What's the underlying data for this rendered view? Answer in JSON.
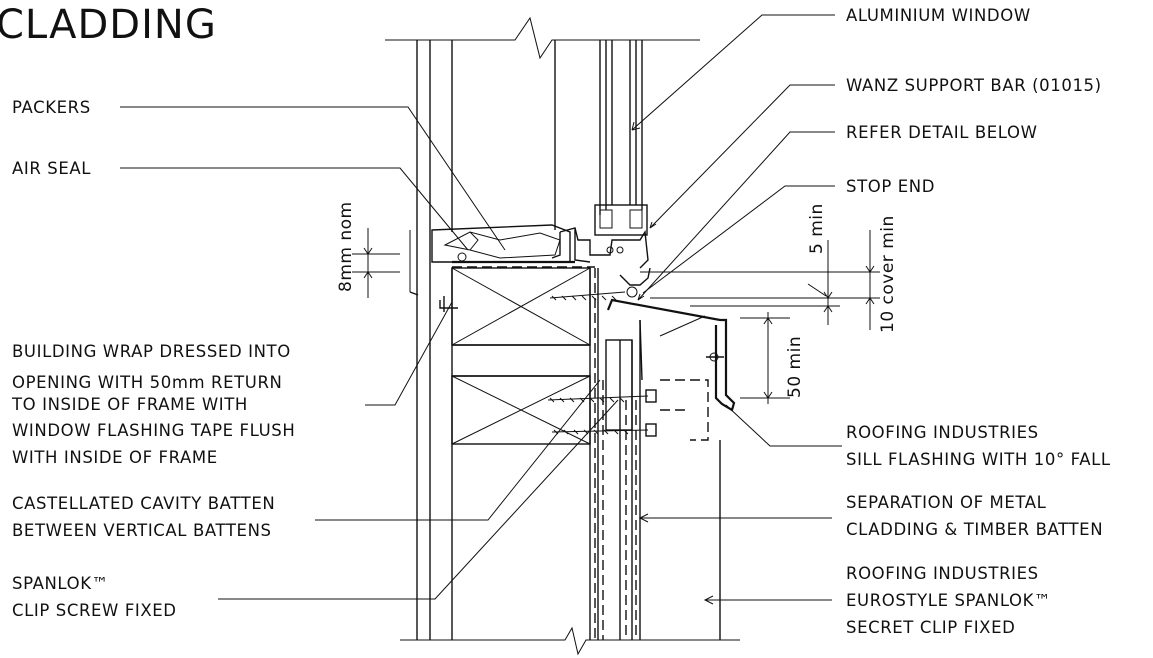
{
  "title": "CLADDING",
  "callouts": {
    "aluminium_window": "ALUMINIUM WINDOW",
    "wanz_support_bar": "WANZ SUPPORT BAR (01015)",
    "refer_detail": "REFER DETAIL BELOW",
    "stop_end": "STOP END",
    "packers": "PACKERS",
    "air_seal": "AIR SEAL",
    "building_wrap": [
      "BUILDING WRAP DRESSED INTO",
      "OPENING WITH 50mm RETURN",
      "TO INSIDE OF FRAME WITH",
      "WINDOW FLASHING TAPE FLUSH",
      "WITH INSIDE OF FRAME"
    ],
    "castellated_batten": [
      "CASTELLATED CAVITY BATTEN",
      "BETWEEN VERTICAL BATTENS"
    ],
    "spanlok_clip": [
      "SPANLOK™",
      "CLIP SCREW FIXED"
    ],
    "sill_flashing": [
      "ROOFING INDUSTRIES",
      "SILL FLASHING WITH 10° FALL"
    ],
    "separation": [
      "SEPARATION OF METAL",
      "CLADDING & TIMBER BATTEN"
    ],
    "eurostyle": [
      "ROOFING INDUSTRIES",
      "EUROSTYLE SPANLOK™",
      "SECRET CLIP FIXED"
    ]
  },
  "dimensions": {
    "packer_gap": "8mm nom",
    "cover_5": "5 min",
    "cover_10": "10 cover min",
    "flashing_50": "50 min"
  }
}
